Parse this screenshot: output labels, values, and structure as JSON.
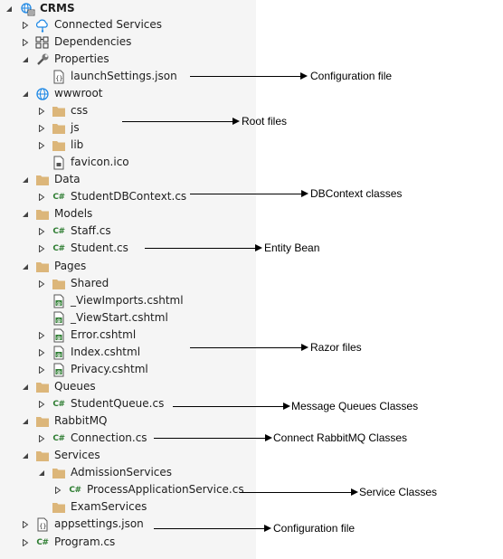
{
  "tree": {
    "root": "CRMS",
    "items": [
      "Connected Services",
      "Dependencies",
      "Properties",
      "launchSettings.json",
      "wwwroot",
      "css",
      "js",
      "lib",
      "favicon.ico",
      "Data",
      "StudentDBContext.cs",
      "Models",
      "Staff.cs",
      "Student.cs",
      "Pages",
      "Shared",
      "_ViewImports.cshtml",
      "_ViewStart.cshtml",
      "Error.cshtml",
      "Index.cshtml",
      "Privacy.cshtml",
      "Queues",
      "StudentQueue.cs",
      "RabbitMQ",
      "Connection.cs",
      "Services",
      "AdmissionServices",
      "ProcessApplicationService.cs",
      "ExamServices",
      "appsettings.json",
      "Program.cs"
    ]
  },
  "annotations": [
    "Configuration file",
    "Root files",
    "DBContext classes",
    "Entity Bean",
    "Razor files",
    "Message Queues Classes",
    "Connect RabbitMQ Classes",
    "Service Classes",
    "Configuration file"
  ],
  "icons": {
    "csharp_glyph": "C#"
  },
  "colors": {
    "panel_bg": "#f5f5f5",
    "folder": "#dcb67a",
    "csharp": "#2e7d32",
    "globe": "#1e88e5"
  }
}
